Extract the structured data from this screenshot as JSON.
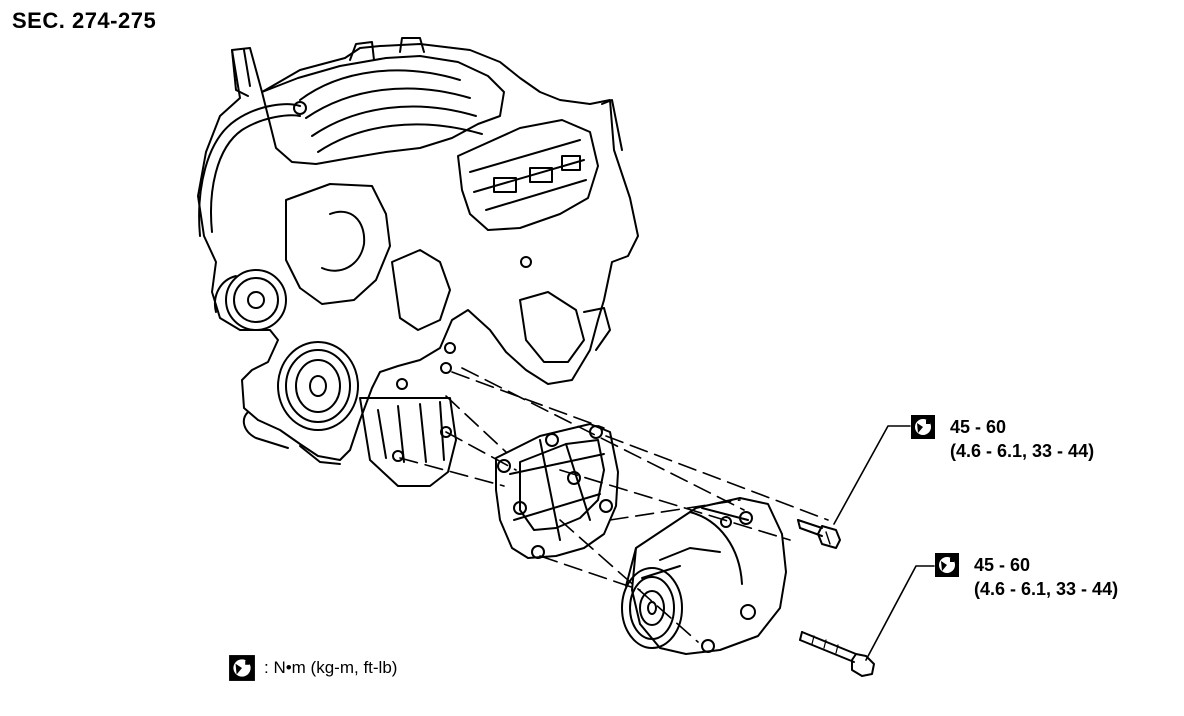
{
  "section": {
    "title": "SEC. 274-275"
  },
  "callouts": [
    {
      "value": "45 - 60",
      "conversion": "(4.6 - 6.1, 33 - 44)",
      "icon": "torque-wrench-icon"
    },
    {
      "value": "45 - 60",
      "conversion": "(4.6 - 6.1, 33 - 44)",
      "icon": "torque-wrench-icon"
    }
  ],
  "legend": {
    "text": ": N•m (kg-m, ft-lb)",
    "icon": "torque-wrench-icon"
  },
  "colors": {
    "ink": "#000000",
    "paper": "#ffffff"
  }
}
